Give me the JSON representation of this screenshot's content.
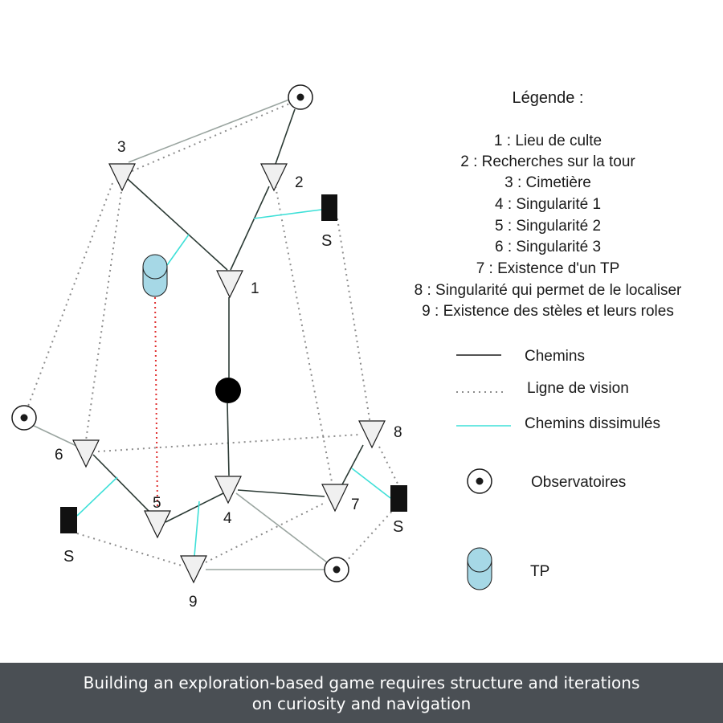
{
  "legend": {
    "title": "Légende :",
    "items": [
      "1 : Lieu de culte",
      "2 : Recherches sur la tour",
      "3 : Cimetière",
      "4 : Singularité 1",
      "5 : Singularité 2",
      "6 : Singularité 3",
      "7 : Existence d'un TP",
      "8 : Singularité qui permet de le localiser",
      "9 : Existence des stèles et leurs roles"
    ],
    "symbols": {
      "paths": "Chemins",
      "line_of_sight": "Ligne de vision",
      "hidden_paths": "Chemins dissimulés",
      "observatories": "Observatoires",
      "tp": "TP"
    }
  },
  "nodes": {
    "n1": "1",
    "n2": "2",
    "n3": "3",
    "n4": "4",
    "n5": "5",
    "n6": "6",
    "n7": "7",
    "n8": "8",
    "n9": "9"
  },
  "stele_label": "S",
  "colors": {
    "path": "#2b3a34",
    "sight": "#8c8c8c",
    "hidden": "#3fe0d8",
    "teleport_link": "#e03030",
    "tp_fill": "#a6d8e6",
    "observatory_link": "#9aa5a0"
  },
  "caption": {
    "line1": "Building an exploration-based game requires structure and iterations",
    "line2": "on curiosity and navigation"
  }
}
